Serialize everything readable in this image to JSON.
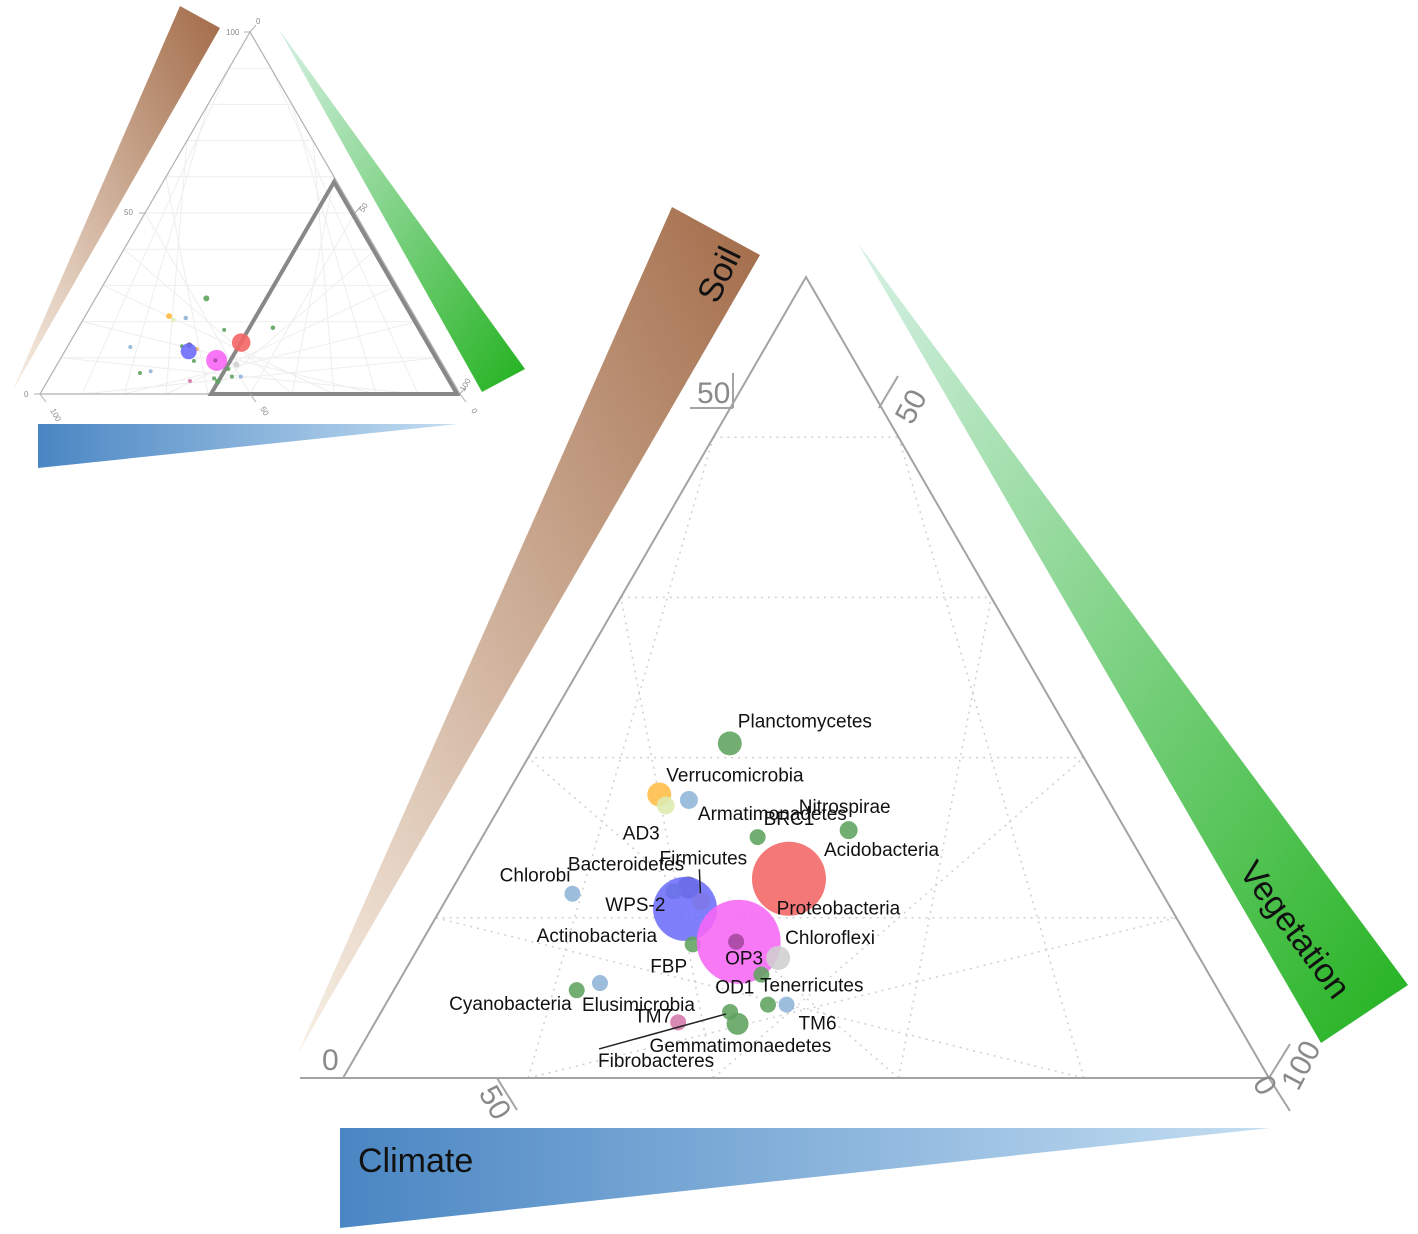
{
  "chart_data": {
    "type": "scatter",
    "subtype": "ternary-bubble",
    "axes": {
      "soil": {
        "label": "Soil",
        "color_from": "#f8f0e6",
        "color_to": "#a26b48"
      },
      "vegetation": {
        "label": "Vegetation",
        "color_from": "#d7f1e6",
        "color_to": "#23b21f"
      },
      "climate": {
        "label": "Climate",
        "color_from": "#4a86c3",
        "color_to": "#c4def2"
      }
    },
    "inset": {
      "tick_labels": [
        "100",
        "50",
        "0"
      ],
      "zoom_window_min": 0,
      "zoom_window_max": 50,
      "zoom_window_color": "#888888"
    },
    "main": {
      "tick_labels": [
        "50",
        "0",
        "100"
      ],
      "grid": true,
      "triangle_color": "#a3a3a3"
    },
    "points": [
      {
        "name": "Planctomycetes",
        "soil": 26.4,
        "vegetation": 26.4,
        "climate": 47.2,
        "size": 12,
        "color": "#5fa35f",
        "label": "Planctomycetes"
      },
      {
        "name": "Verrucomicrobia",
        "soil": 21.5,
        "vegetation": 20.0,
        "climate": 58.5,
        "size": 12,
        "color": "#ffbd45",
        "label": "Verrucomicrobia"
      },
      {
        "name": "AD3",
        "soil": 20.5,
        "vegetation": 21.5,
        "climate": 58.0,
        "size": 9,
        "color": "#ddecb0",
        "label": "AD3"
      },
      {
        "name": "Armatimonadetes",
        "soil": 21.0,
        "vegetation": 24.2,
        "climate": 54.8,
        "size": 9,
        "color": "#8fb4d8",
        "label": "Armatimonadetes"
      },
      {
        "name": "BRC1",
        "soil": 17.7,
        "vegetation": 35.0,
        "climate": 47.3,
        "size": 8,
        "color": "#5fa35f",
        "label": "BRC1"
      },
      {
        "name": "Nitrospirae",
        "soil": 18.3,
        "vegetation": 46.3,
        "climate": 35.4,
        "size": 9,
        "color": "#5fa35f",
        "label": "Nitrospirae"
      },
      {
        "name": "Acidobacteria",
        "soil": 14.2,
        "vegetation": 40.8,
        "climate": 45.0,
        "size": 37,
        "color": "#f46565",
        "label": "Acidobacteria"
      },
      {
        "name": "Chlorobi",
        "soil": 13.0,
        "vegetation": 15.0,
        "climate": 72.0,
        "size": 8,
        "color": "#8fb4d8",
        "label": "Chlorobi"
      },
      {
        "name": "Bacteroidetes",
        "soil": 13.5,
        "vegetation": 28.8,
        "climate": 57.7,
        "size": 11,
        "color": "#555555",
        "label": "Bacteroidetes"
      },
      {
        "name": "WPS-2",
        "soil": 13.2,
        "vegetation": 27.2,
        "climate": 59.6,
        "size": 8,
        "color": "#5fa35f",
        "label": "WPS-2"
      },
      {
        "name": "Firmicutes",
        "soil": 12.4,
        "vegetation": 31.1,
        "climate": 56.5,
        "size": 9,
        "color": "#f5b76d",
        "label": "Firmicutes"
      },
      {
        "name": "Actinobacteria",
        "soil": 11.8,
        "vegetation": 29.5,
        "climate": 58.7,
        "size": 32,
        "color": "#6d6dfa",
        "label": "Actinobacteria"
      },
      {
        "name": "FBP",
        "soil": 9.1,
        "vegetation": 32.1,
        "climate": 58.8,
        "size": 8,
        "color": "#5fa35f",
        "label": "FBP"
      },
      {
        "name": "Proteobacteria",
        "soil": 9.3,
        "vegetation": 37.4,
        "climate": 53.3,
        "size": 42,
        "color": "#f766f5",
        "label": "Proteobacteria"
      },
      {
        "name": "OP3",
        "soil": 9.3,
        "vegetation": 37.1,
        "climate": 53.6,
        "size": 8,
        "color": "#a4479f",
        "label": "OP3"
      },
      {
        "name": "Chloroflexi",
        "soil": 8.1,
        "vegetation": 42.7,
        "climate": 49.2,
        "size": 12,
        "color": "#cfcfcf",
        "label": "Chloroflexi"
      },
      {
        "name": "OD1",
        "soil": 6.9,
        "vegetation": 41.4,
        "climate": 51.7,
        "size": 8,
        "color": "#5fa35f",
        "label": "OD1"
      },
      {
        "name": "Elusimicrobia",
        "soil": 6.3,
        "vegetation": 23.2,
        "climate": 70.5,
        "size": 8,
        "color": "#8fb4d8",
        "label": "Elusimicrobia"
      },
      {
        "name": "Cyanobacteria",
        "soil": 5.8,
        "vegetation": 20.9,
        "climate": 73.3,
        "size": 8,
        "color": "#5fa35f",
        "label": "Cyanobacteria"
      },
      {
        "name": "Fibrobacteres",
        "soil": 4.3,
        "vegetation": 39.3,
        "climate": 56.4,
        "size": 8,
        "color": "#5fa35f",
        "label": "Fibrobacteres"
      },
      {
        "name": "Tenerricutes",
        "soil": 4.8,
        "vegetation": 43.3,
        "climate": 51.9,
        "size": 8,
        "color": "#5fa35f",
        "label": "Tenerricutes"
      },
      {
        "name": "TM6",
        "soil": 4.8,
        "vegetation": 45.4,
        "climate": 49.8,
        "size": 8,
        "color": "#8fb4d8",
        "label": "TM6"
      },
      {
        "name": "TM7",
        "soil": 3.6,
        "vegetation": 33.9,
        "climate": 62.5,
        "size": 8,
        "color": "#d477a8",
        "label": "TM7"
      },
      {
        "name": "Gemmatimonaedetes",
        "soil": 3.5,
        "vegetation": 40.6,
        "climate": 55.9,
        "size": 11,
        "color": "#5fa35f",
        "label": "Gemmatimonaedetes"
      }
    ]
  }
}
